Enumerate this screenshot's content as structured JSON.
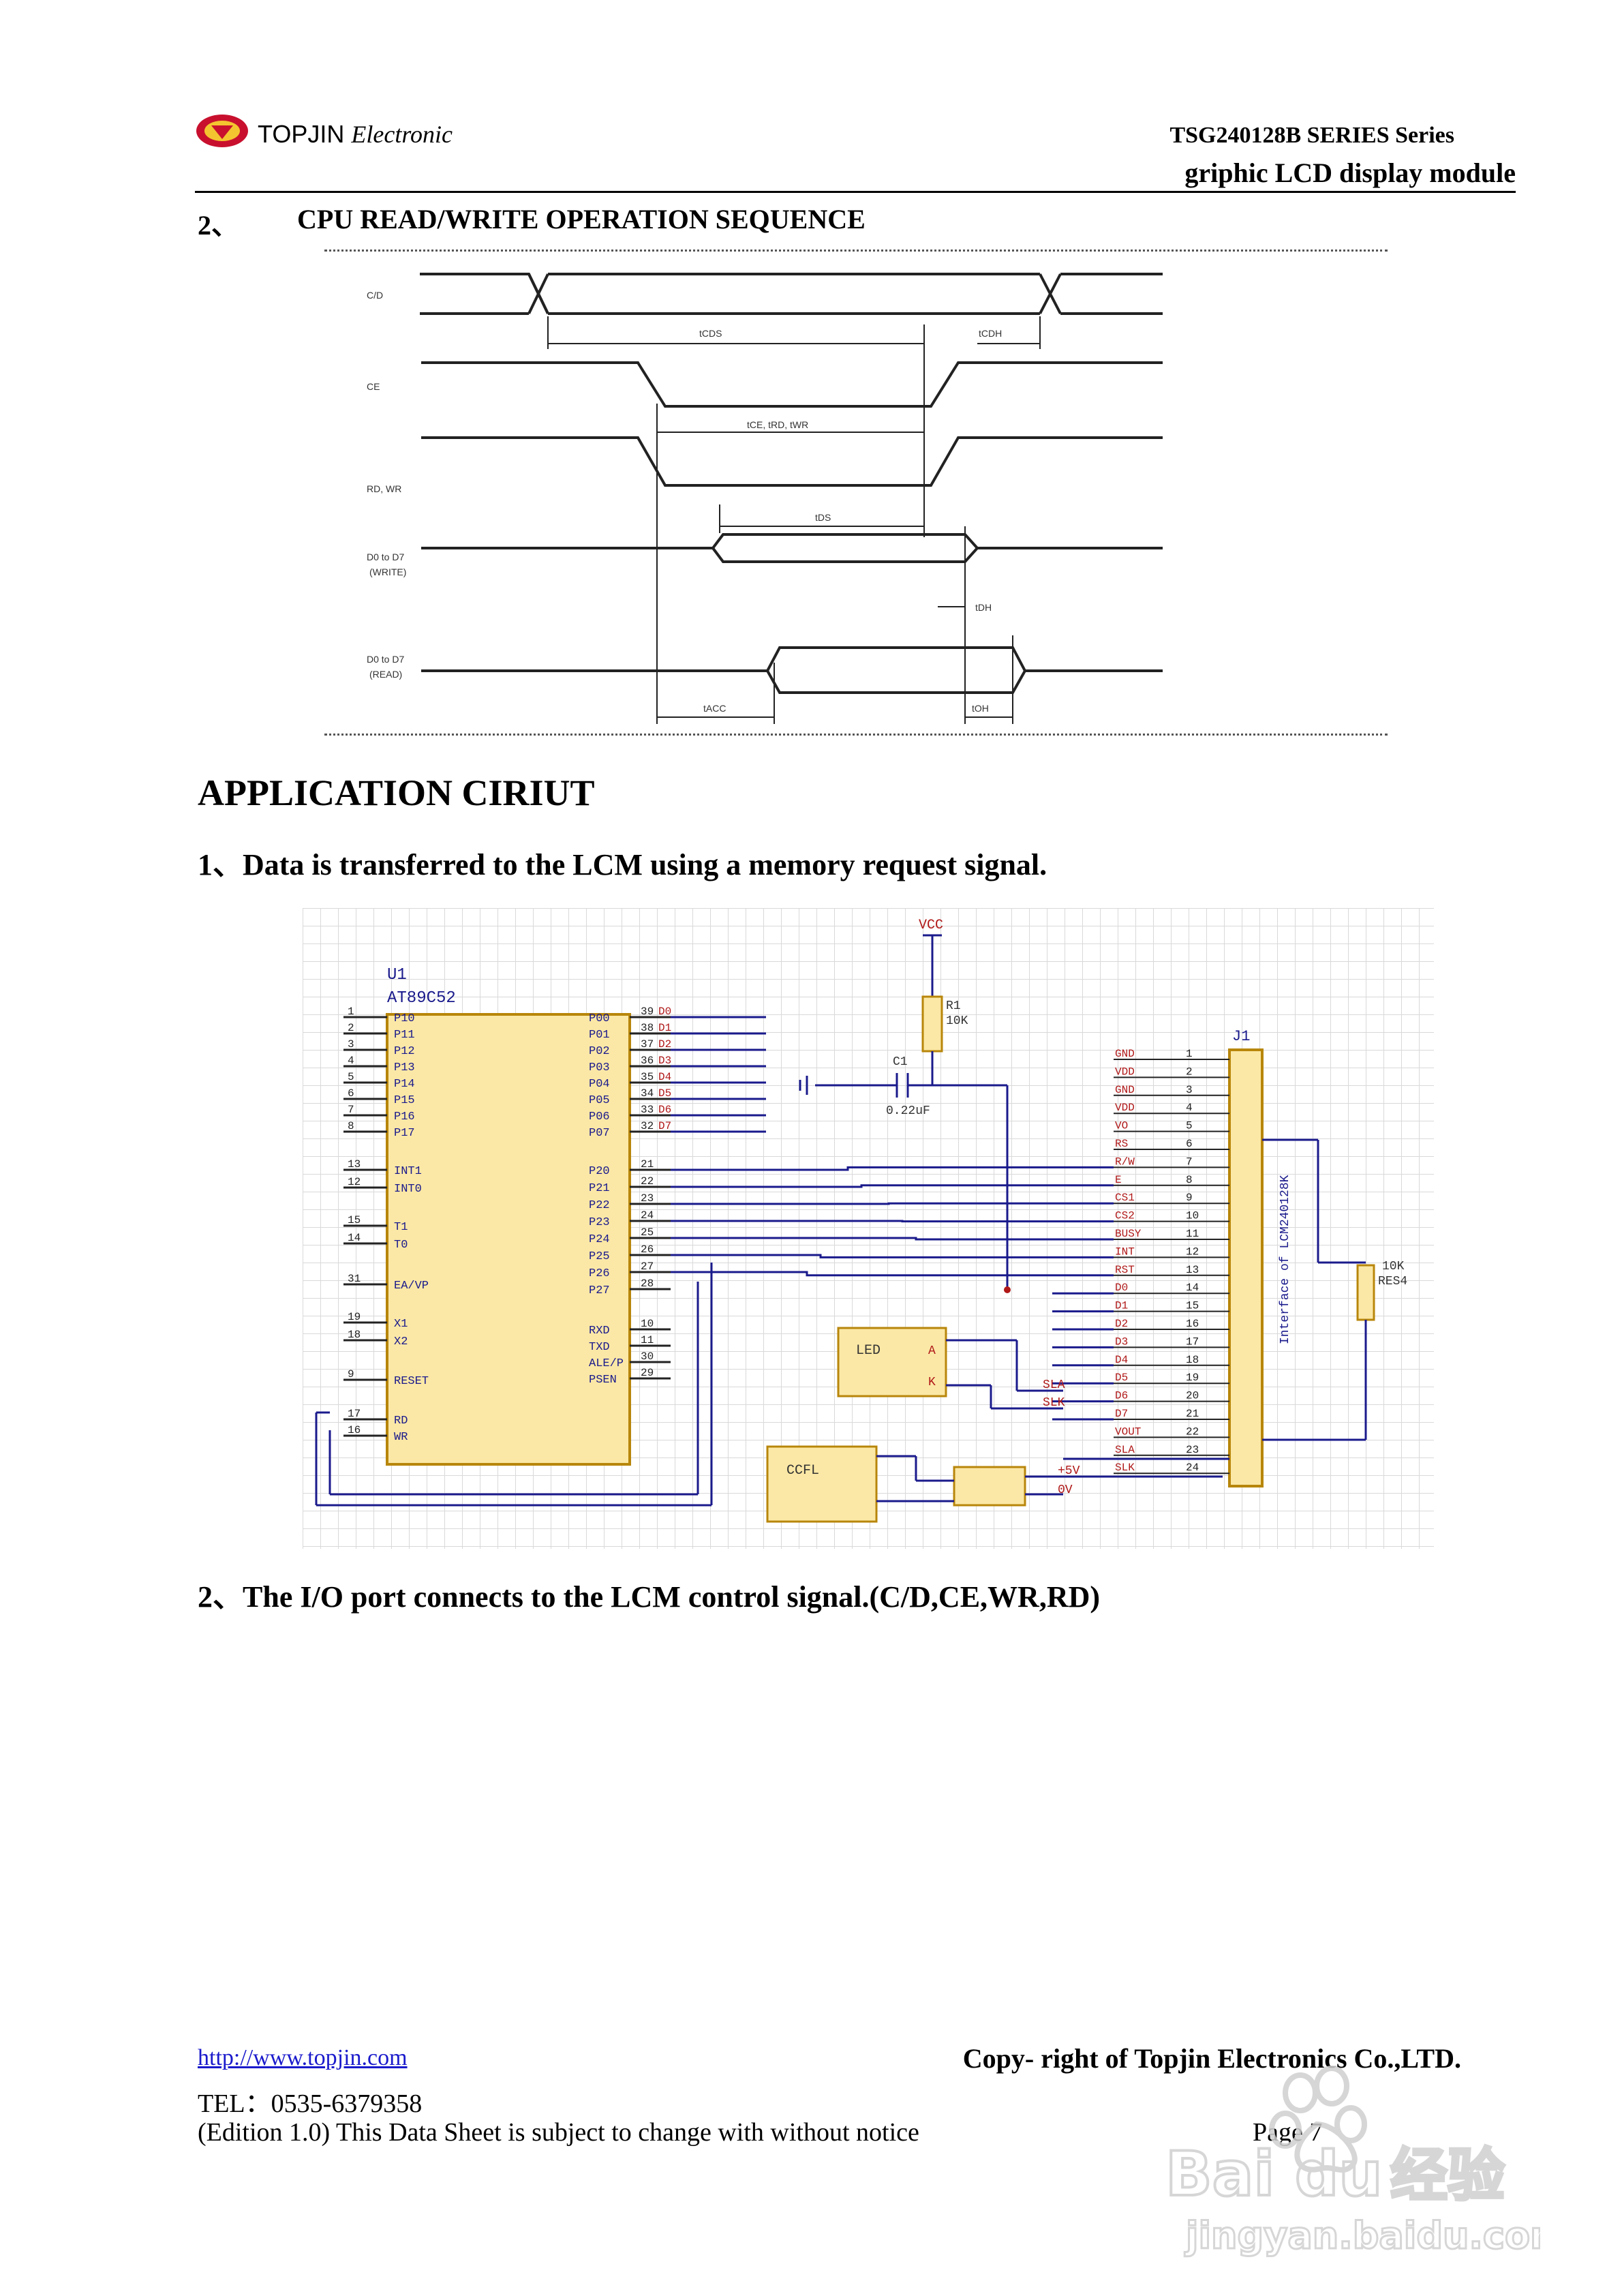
{
  "header": {
    "logo_text": "TOPJIN",
    "logo_italic": "Electronic",
    "series": "TSG240128B SERIES Series",
    "module": "griphic LCD display module"
  },
  "section": {
    "number": "2、",
    "title": "CPU READ/WRITE OPERATION SEQUENCE"
  },
  "timing": {
    "signals": [
      "C/D",
      "CE",
      "RD, WR",
      "D0 to D7",
      "(WRITE)",
      "D0 to D7",
      "(READ)"
    ],
    "labels": [
      "tCDS",
      "tCDH",
      "tCE, tRD, tWR",
      "tDS",
      "tDH",
      "tACC",
      "tOH"
    ]
  },
  "application": {
    "title": "APPLICATION CIRIUT",
    "item1": "1、Data is transferred to the LCM using a memory request signal.",
    "item2": "2、The I/O port connects to the LCM control signal.(C/D,CE,WR,RD)"
  },
  "circuit": {
    "u1_ref": "U1",
    "u1_name": "AT89C52",
    "vcc": "VCC",
    "r1": "R1",
    "r1_val": "10K",
    "c1": "C1",
    "c1_val": "0.22uF",
    "j1": "J1",
    "j1_label": "Interface of LCM240128K",
    "pot_val": "10K",
    "pot_ref": "RES4",
    "led": "LED",
    "led_a": "A",
    "led_k": "K",
    "ccfl": "CCFL",
    "plus5v": "+5V",
    "zero_v": "0V",
    "sla": "SLA",
    "slk": "SLK",
    "left_pins": [
      {
        "num": "1",
        "name": "P10"
      },
      {
        "num": "2",
        "name": "P11"
      },
      {
        "num": "3",
        "name": "P12"
      },
      {
        "num": "4",
        "name": "P13"
      },
      {
        "num": "5",
        "name": "P14"
      },
      {
        "num": "6",
        "name": "P15"
      },
      {
        "num": "7",
        "name": "P16"
      },
      {
        "num": "8",
        "name": "P17"
      },
      {
        "num": "13",
        "name": "INT1"
      },
      {
        "num": "12",
        "name": "INT0"
      },
      {
        "num": "15",
        "name": "T1"
      },
      {
        "num": "14",
        "name": "T0"
      },
      {
        "num": "31",
        "name": "EA/VP"
      },
      {
        "num": "19",
        "name": "X1"
      },
      {
        "num": "18",
        "name": "X2"
      },
      {
        "num": "9",
        "name": "RESET"
      },
      {
        "num": "17",
        "name": "RD"
      },
      {
        "num": "16",
        "name": "WR"
      }
    ],
    "right_pins": [
      {
        "num": "39",
        "name": "P00",
        "net": "D0"
      },
      {
        "num": "38",
        "name": "P01",
        "net": "D1"
      },
      {
        "num": "37",
        "name": "P02",
        "net": "D2"
      },
      {
        "num": "36",
        "name": "P03",
        "net": "D3"
      },
      {
        "num": "35",
        "name": "P04",
        "net": "D4"
      },
      {
        "num": "34",
        "name": "P05",
        "net": "D5"
      },
      {
        "num": "33",
        "name": "P06",
        "net": "D6"
      },
      {
        "num": "32",
        "name": "P07",
        "net": "D7"
      },
      {
        "num": "21",
        "name": "P20",
        "net": ""
      },
      {
        "num": "22",
        "name": "P21",
        "net": ""
      },
      {
        "num": "23",
        "name": "P22",
        "net": ""
      },
      {
        "num": "24",
        "name": "P23",
        "net": ""
      },
      {
        "num": "25",
        "name": "P24",
        "net": ""
      },
      {
        "num": "26",
        "name": "P25",
        "net": ""
      },
      {
        "num": "27",
        "name": "P26",
        "net": ""
      },
      {
        "num": "28",
        "name": "P27",
        "net": ""
      },
      {
        "num": "10",
        "name": "RXD",
        "net": ""
      },
      {
        "num": "11",
        "name": "TXD",
        "net": ""
      },
      {
        "num": "30",
        "name": "ALE/P",
        "net": ""
      },
      {
        "num": "29",
        "name": "PSEN",
        "net": ""
      }
    ],
    "j1_pins": [
      {
        "name": "GND",
        "num": "1"
      },
      {
        "name": "VDD",
        "num": "2"
      },
      {
        "name": "GND",
        "num": "3"
      },
      {
        "name": "VDD",
        "num": "4"
      },
      {
        "name": "VO",
        "num": "5"
      },
      {
        "name": "RS",
        "num": "6"
      },
      {
        "name": "R/W",
        "num": "7"
      },
      {
        "name": "E",
        "num": "8"
      },
      {
        "name": "CS1",
        "num": "9"
      },
      {
        "name": "CS2",
        "num": "10"
      },
      {
        "name": "BUSY",
        "num": "11"
      },
      {
        "name": "INT",
        "num": "12"
      },
      {
        "name": "RST",
        "num": "13"
      },
      {
        "name": "D0",
        "num": "14"
      },
      {
        "name": "D1",
        "num": "15"
      },
      {
        "name": "D2",
        "num": "16"
      },
      {
        "name": "D3",
        "num": "17"
      },
      {
        "name": "D4",
        "num": "18"
      },
      {
        "name": "D5",
        "num": "19"
      },
      {
        "name": "D6",
        "num": "20"
      },
      {
        "name": "D7",
        "num": "21"
      },
      {
        "name": "VOUT",
        "num": "22"
      },
      {
        "name": "SLA",
        "num": "23"
      },
      {
        "name": "SLK",
        "num": "24"
      }
    ]
  },
  "footer": {
    "url": "http://www.topjin.com",
    "copyright": "Copy- right of Topjin Electronics Co.,LTD.",
    "tel": "TEL：0535-6379358",
    "edition": "(Edition 1.0) This Data Sheet is subject to change with without notice",
    "page": "Page 7"
  },
  "watermark": {
    "brand": "Bai",
    "brand2": "du",
    "cn": "经验",
    "site": "jingyan.baidu.com"
  },
  "colors": {
    "logo_red": "#c8102e",
    "wire_blue": "#1a1a8c",
    "label_red": "#b01818",
    "grid": "#d9d9d9",
    "box_fill": "#fbe8a6",
    "box_stroke": "#b8860b"
  }
}
